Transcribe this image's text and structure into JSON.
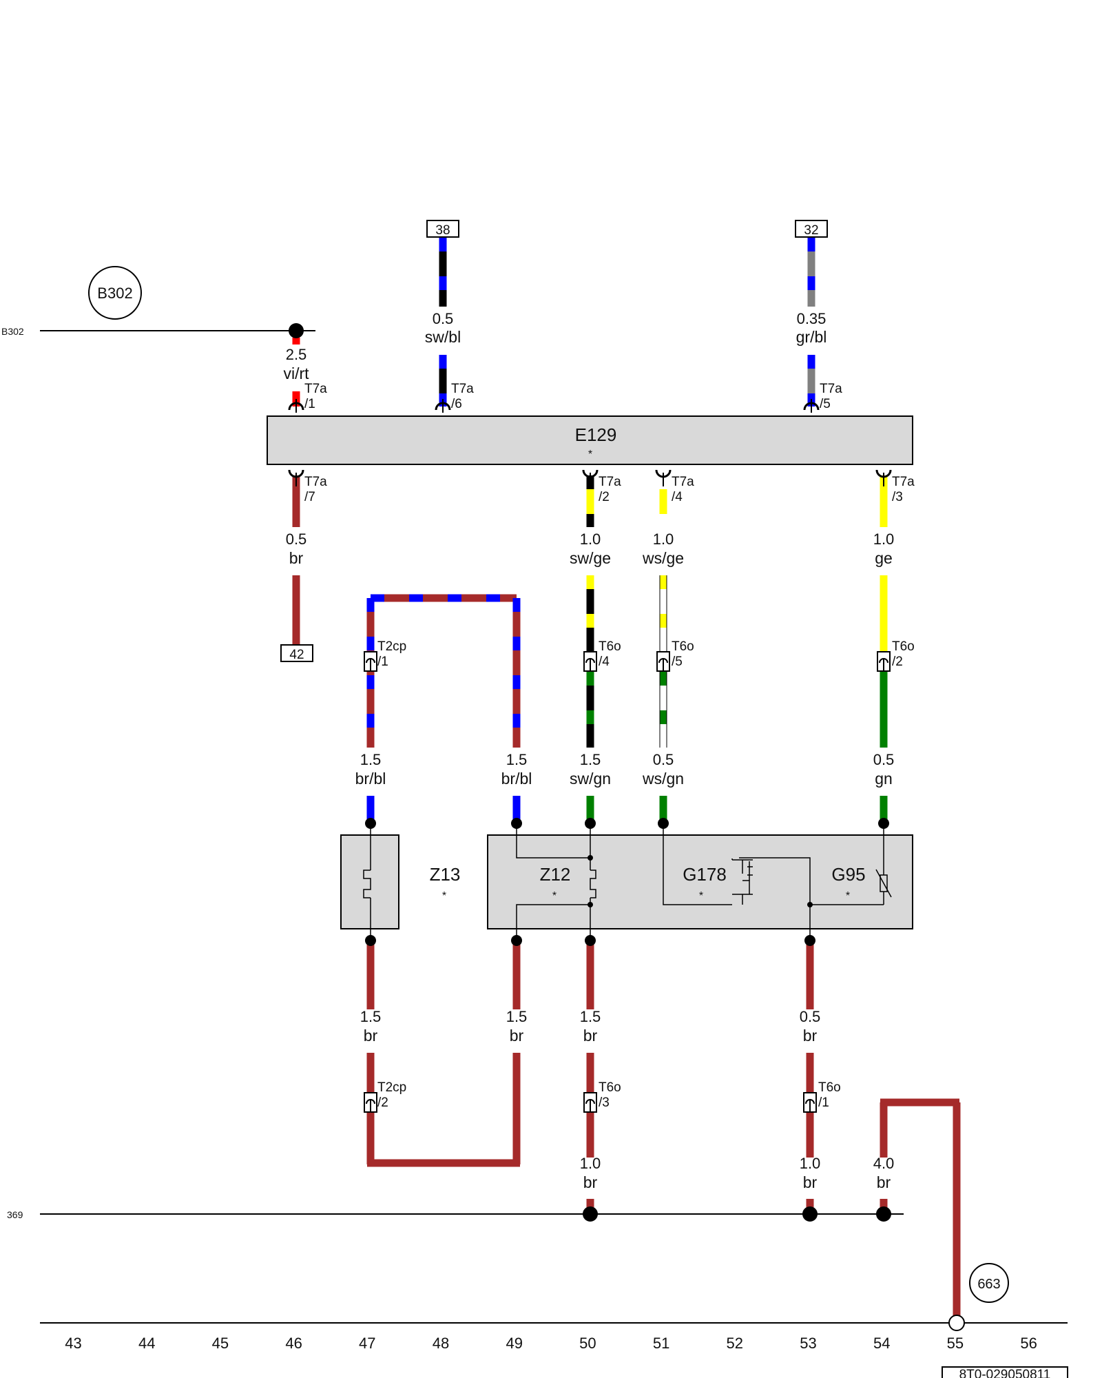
{
  "refs": {
    "top_left": "38",
    "top_right": "32",
    "bottom_left": "42",
    "footer_code": "8T0-029050811"
  },
  "circles": {
    "b302": "B302",
    "c663": "663"
  },
  "side_labels": {
    "b302": "B302",
    "bus_369": "369"
  },
  "components": {
    "E129": "E129",
    "Z13": "Z13",
    "Z12": "Z12",
    "G178": "G178",
    "G95": "G95",
    "star": "*"
  },
  "wire_labels": {
    "w1": {
      "size": "2.5",
      "color": "vi/rt"
    },
    "w2": {
      "size": "0.5",
      "color": "sw/bl"
    },
    "w3": {
      "size": "0.35",
      "color": "gr/bl"
    },
    "w4": {
      "size": "0.5",
      "color": "br"
    },
    "w5": {
      "size": "1.0",
      "color": "sw/ge"
    },
    "w6": {
      "size": "1.0",
      "color": "ws/ge"
    },
    "w7": {
      "size": "1.0",
      "color": "ge"
    },
    "w8": {
      "size": "1.5",
      "color": "br/bl"
    },
    "w9": {
      "size": "1.5",
      "color": "br/bl"
    },
    "w10": {
      "size": "1.5",
      "color": "sw/gn"
    },
    "w11": {
      "size": "0.5",
      "color": "ws/gn"
    },
    "w12": {
      "size": "0.5",
      "color": "gn"
    },
    "w13": {
      "size": "1.5",
      "color": "br"
    },
    "w14": {
      "size": "1.5",
      "color": "br"
    },
    "w15": {
      "size": "1.5",
      "color": "br"
    },
    "w16": {
      "size": "0.5",
      "color": "br"
    },
    "w17": {
      "size": "1.0",
      "color": "br"
    },
    "w18": {
      "size": "1.0",
      "color": "br"
    },
    "w19": {
      "size": "4.0",
      "color": "br"
    }
  },
  "pins": {
    "p1": {
      "conn": "T7a",
      "num": "/1"
    },
    "p2": {
      "conn": "T7a",
      "num": "/6"
    },
    "p3": {
      "conn": "T7a",
      "num": "/5"
    },
    "p4": {
      "conn": "T7a",
      "num": "/7"
    },
    "p5": {
      "conn": "T7a",
      "num": "/2"
    },
    "p6": {
      "conn": "T7a",
      "num": "/4"
    },
    "p7": {
      "conn": "T7a",
      "num": "/3"
    },
    "p8": {
      "conn": "T2cp",
      "num": "/1"
    },
    "p9": {
      "conn": "T6o",
      "num": "/4"
    },
    "p10": {
      "conn": "T6o",
      "num": "/5"
    },
    "p11": {
      "conn": "T6o",
      "num": "/2"
    },
    "p12": {
      "conn": "T2cp",
      "num": "/2"
    },
    "p13": {
      "conn": "T6o",
      "num": "/3"
    },
    "p14": {
      "conn": "T6o",
      "num": "/1"
    }
  },
  "columns": [
    "43",
    "44",
    "45",
    "46",
    "47",
    "48",
    "49",
    "50",
    "51",
    "52",
    "53",
    "54",
    "55",
    "56"
  ],
  "colors": {
    "brown": "#a52a2a",
    "blue": "#0000ff",
    "yellow": "#ffff00",
    "green": "#008000",
    "black": "#000000",
    "grey": "#808080",
    "red": "#ff0000",
    "box": "#d9d9d9"
  }
}
